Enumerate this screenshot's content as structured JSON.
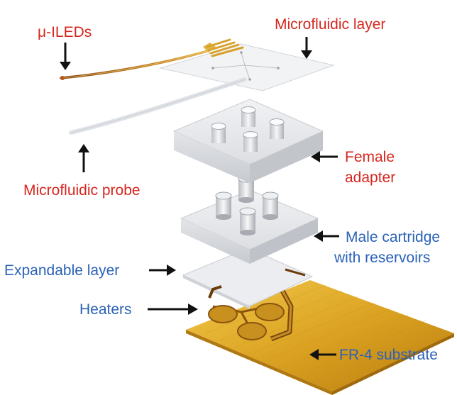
{
  "labels": {
    "uiled": "μ-ILEDs",
    "microfluidic_layer": "Microfluidic layer",
    "microfluidic_probe": "Microfluidic probe",
    "female_adapter_line1": "Female",
    "female_adapter_line2": "adapter",
    "male_cartridge_line1": "Male cartridge",
    "male_cartridge_line2": "with reservoirs",
    "expandable_layer": "Expandable layer",
    "heaters": "Heaters",
    "fr4_substrate": "FR-4 substrate"
  },
  "colors": {
    "red_label": "#d7261e",
    "blue_label": "#2a62b8",
    "arrow": "#111111",
    "gold": "#d9a21e",
    "copper": "#8a4a12"
  }
}
